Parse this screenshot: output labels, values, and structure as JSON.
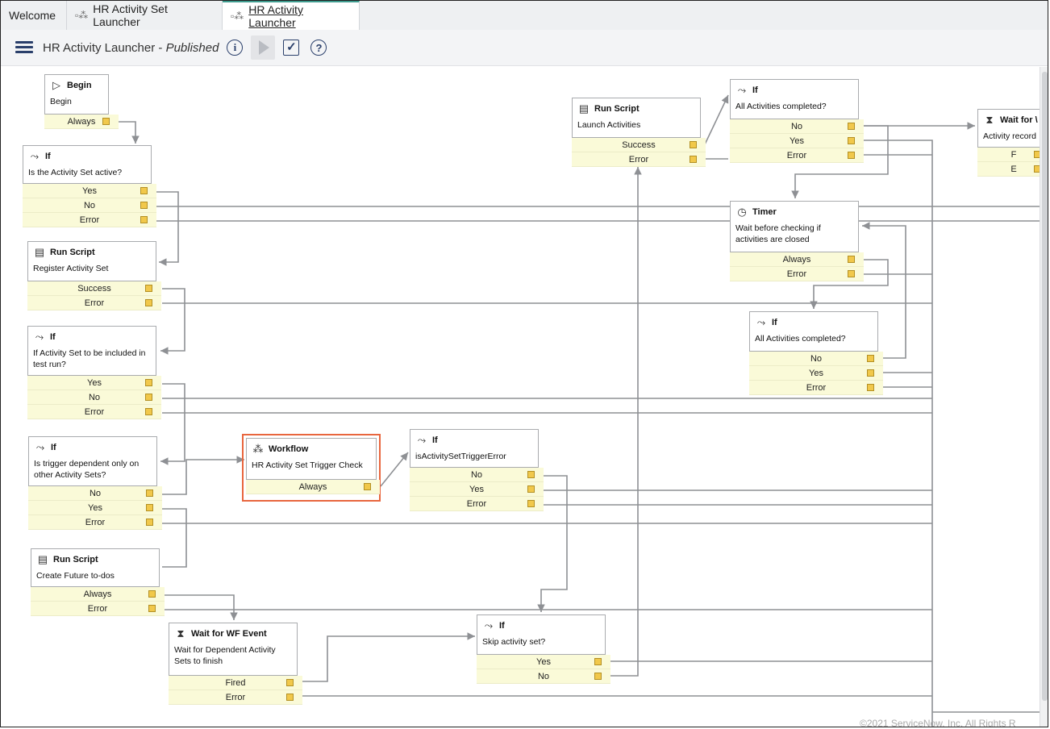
{
  "tabs": [
    {
      "label": "Welcome",
      "icon": null
    },
    {
      "label": "HR Activity Set Launcher",
      "icon": "workflow-icon"
    },
    {
      "label": "HR Activity Launcher",
      "icon": "workflow-icon",
      "active": true
    }
  ],
  "toolbar": {
    "title": "HR Activity Launcher - ",
    "status": "Published",
    "info_symbol": "i",
    "help_symbol": "?",
    "check_symbol": "✓"
  },
  "activities": {
    "begin": {
      "type": "Begin",
      "name": "Begin",
      "conditions": [
        "Always"
      ]
    },
    "if_active": {
      "type": "If",
      "name": "Is the Activity Set active?",
      "conditions": [
        "Yes",
        "No",
        "Error"
      ]
    },
    "register": {
      "type": "Run Script",
      "name": "Register Activity Set",
      "conditions": [
        "Success",
        "Error"
      ]
    },
    "if_test": {
      "type": "If",
      "name": "If Activity Set to be included in test run?",
      "conditions": [
        "Yes",
        "No",
        "Error"
      ]
    },
    "if_trigger": {
      "type": "If",
      "name": "Is trigger dependent only on other Activity Sets?",
      "conditions": [
        "No",
        "Yes",
        "Error"
      ]
    },
    "future": {
      "type": "Run Script",
      "name": "Create Future to-dos",
      "conditions": [
        "Always",
        "Error"
      ]
    },
    "wait_wf": {
      "type": "Wait for WF Event",
      "name": "Wait for Dependent Activity Sets to finish",
      "conditions": [
        "Fired",
        "Error"
      ]
    },
    "workflow": {
      "type": "Workflow",
      "name": "HR Activity Set Trigger Check",
      "conditions": [
        "Always"
      ]
    },
    "if_trigger_error": {
      "type": "If",
      "name": "isActivitySetTriggerError",
      "conditions": [
        "No",
        "Yes",
        "Error"
      ]
    },
    "skip": {
      "type": "If",
      "name": "Skip activity set?",
      "conditions": [
        "Yes",
        "No"
      ]
    },
    "launch": {
      "type": "Run Script",
      "name": "Launch Activities",
      "conditions": [
        "Success",
        "Error"
      ]
    },
    "all_done_1": {
      "type": "If",
      "name": "All Activities completed?",
      "conditions": [
        "No",
        "Yes",
        "Error"
      ]
    },
    "timer": {
      "type": "Timer",
      "name": "Wait before checking if activities are closed",
      "conditions": [
        "Always",
        "Error"
      ]
    },
    "all_done_2": {
      "type": "If",
      "name": "All Activities completed?",
      "conditions": [
        "No",
        "Yes",
        "Error"
      ]
    },
    "wait_partial": {
      "type": "Wait for \\",
      "name": "Activity record",
      "conditions": [
        "F",
        "E"
      ]
    }
  },
  "footer": "©2021 ServiceNow, Inc. All Rights R",
  "colors": {
    "condition_bg": "#fafad8",
    "port": "#f1c84b",
    "highlight": "#e8663e",
    "active_tab_accent": "#3f9c8f"
  }
}
